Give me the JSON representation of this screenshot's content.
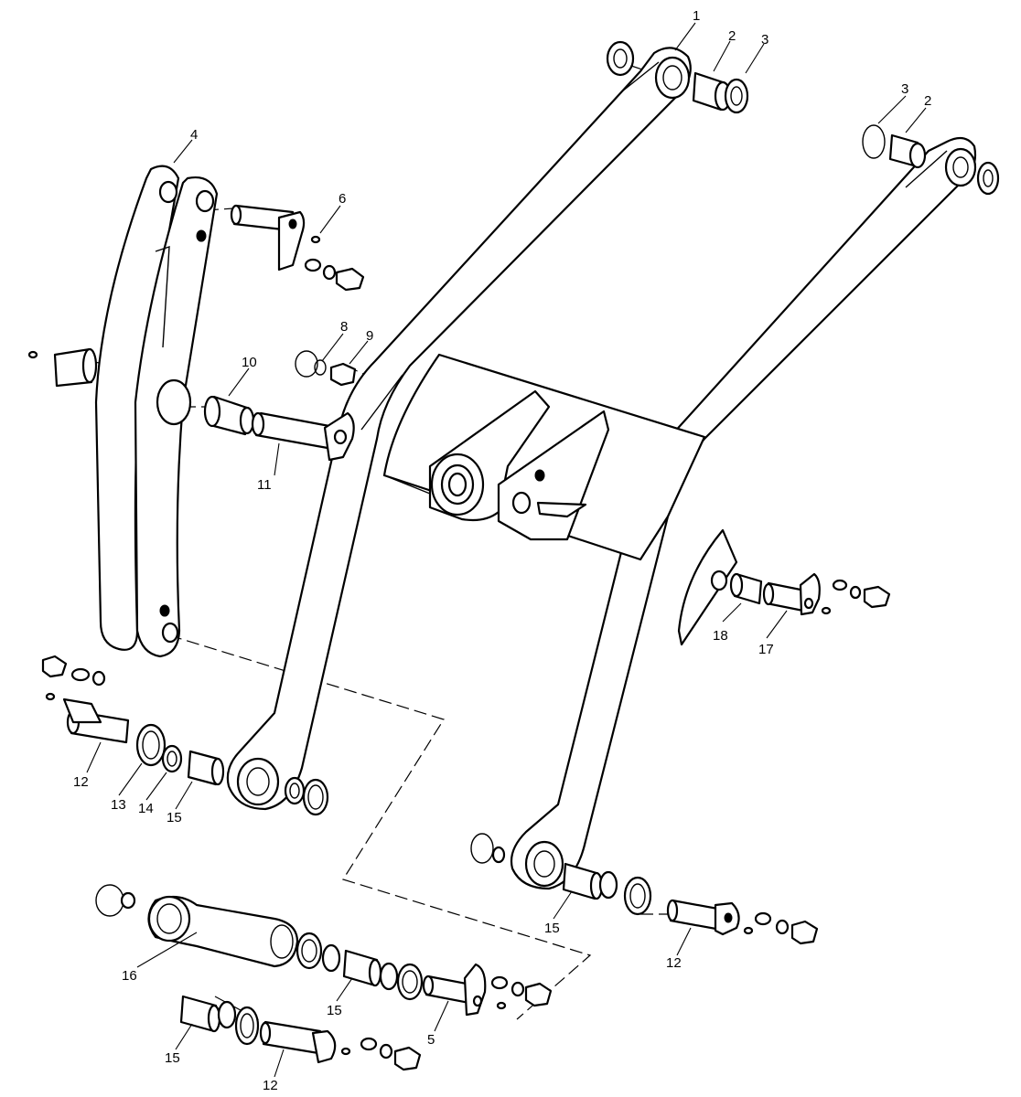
{
  "diagram": {
    "callouts": [
      {
        "id": "c1",
        "text": "1"
      },
      {
        "id": "c2a",
        "text": "2"
      },
      {
        "id": "c3a",
        "text": "3"
      },
      {
        "id": "c3b",
        "text": "3"
      },
      {
        "id": "c2b",
        "text": "2"
      },
      {
        "id": "c4",
        "text": "4"
      },
      {
        "id": "c6",
        "text": "6"
      },
      {
        "id": "c8",
        "text": "8"
      },
      {
        "id": "c9",
        "text": "9"
      },
      {
        "id": "c10",
        "text": "10"
      },
      {
        "id": "c11",
        "text": "11"
      },
      {
        "id": "c18",
        "text": "18"
      },
      {
        "id": "c17",
        "text": "17"
      },
      {
        "id": "c12a",
        "text": "12"
      },
      {
        "id": "c13",
        "text": "13"
      },
      {
        "id": "c14",
        "text": "14"
      },
      {
        "id": "c15a",
        "text": "15"
      },
      {
        "id": "c15b",
        "text": "15"
      },
      {
        "id": "c12b",
        "text": "12"
      },
      {
        "id": "c16",
        "text": "16"
      },
      {
        "id": "c15c",
        "text": "15"
      },
      {
        "id": "c5",
        "text": "5"
      },
      {
        "id": "c15d",
        "text": "15"
      },
      {
        "id": "c12c",
        "text": "12"
      }
    ]
  }
}
